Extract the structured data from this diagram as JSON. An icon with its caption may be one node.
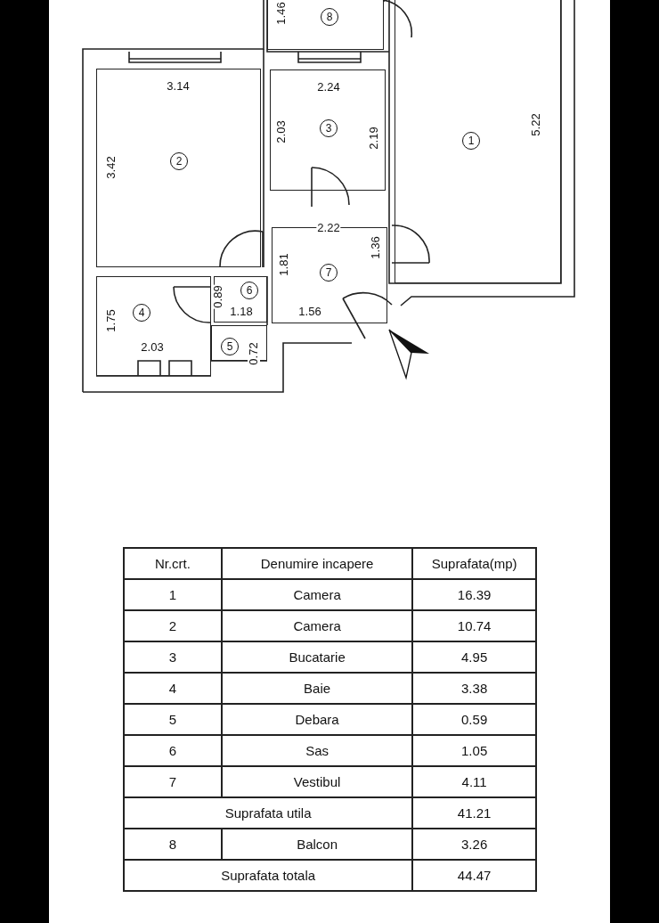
{
  "diagram": {
    "nodes": [
      {
        "text": [
          "8"
        ]
      },
      {
        "text": [
          "2"
        ]
      },
      {
        "text": [
          "3"
        ]
      },
      {
        "text": [
          "1"
        ]
      },
      {
        "text": [
          "7"
        ]
      },
      {
        "text": [
          "6"
        ]
      },
      {
        "text": [
          "4"
        ]
      },
      {
        "text": [
          "5"
        ]
      }
    ],
    "labels": [
      "1.46",
      "3.14",
      "2.24",
      "3.42",
      "2.03",
      "2.19",
      "5.22",
      "2.22",
      "1.36",
      "1.81",
      "0.89",
      "1.18",
      "1.56",
      "1.75",
      "2.03",
      "0.72",
      "Nr.crt.",
      "Denumire incapere",
      "Suprafata(mp)",
      "1",
      "Camera",
      "16.39",
      "2",
      "Camera",
      "10.74",
      "3",
      "Bucatarie",
      "4.95",
      "4",
      "Baie",
      "3.38",
      "5",
      "Debara",
      "0.59",
      "6",
      "Sas",
      "1.05",
      "7",
      "Vestibul",
      "4.11",
      "Suprafata utila",
      "41.21",
      "8",
      "Balcon",
      "3.26",
      "Suprafata totala",
      "44.47"
    ]
  }
}
